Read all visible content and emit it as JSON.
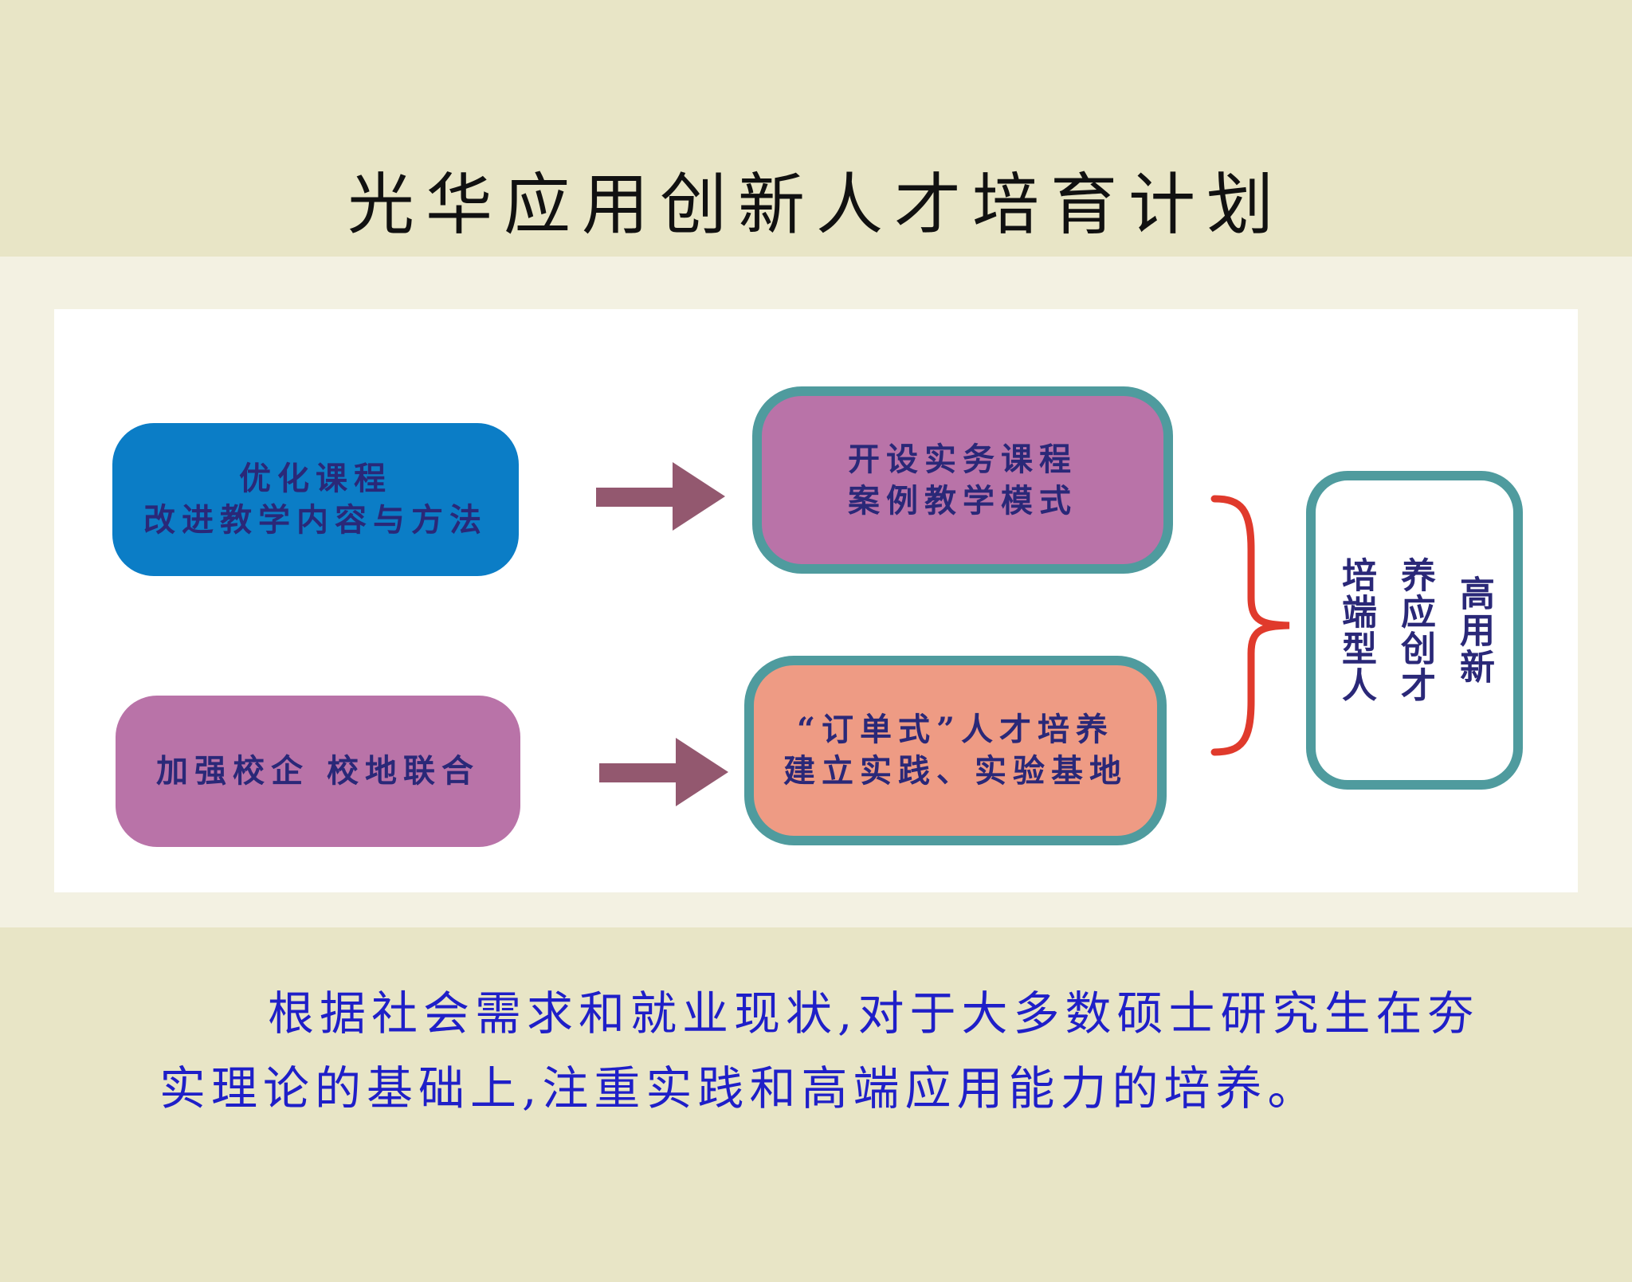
{
  "title": "光华应用创新人才培育计划",
  "diagram": {
    "box_optimize": {
      "line1": "优化课程",
      "line2": "改进教学内容与方法"
    },
    "box_cooperate": {
      "line1": "加强校企 校地联合"
    },
    "box_practice": {
      "line1": "开设实务课程",
      "line2": "案例教学模式"
    },
    "box_order": {
      "line1": "“订单式”人才培养",
      "line2": "建立实践、实验基地"
    },
    "box_result": {
      "col1": "高用新",
      "col2": "养应创才",
      "col3": "培端型人"
    }
  },
  "description": "根据社会需求和就业现状,对于大多数硕士研究生在夯实理论的基础上,注重实践和高端应用能力的培养。",
  "colors": {
    "background": "#e8e5c6",
    "blue_box": "#0b7dc6",
    "purple_box": "#b973a8",
    "salmon_box": "#ee9b84",
    "teal_border": "#4f9b9e",
    "arrow": "#93586f",
    "brace": "#e03a2c",
    "box_text": "#2a2878",
    "description_text": "#1f1fc8"
  }
}
